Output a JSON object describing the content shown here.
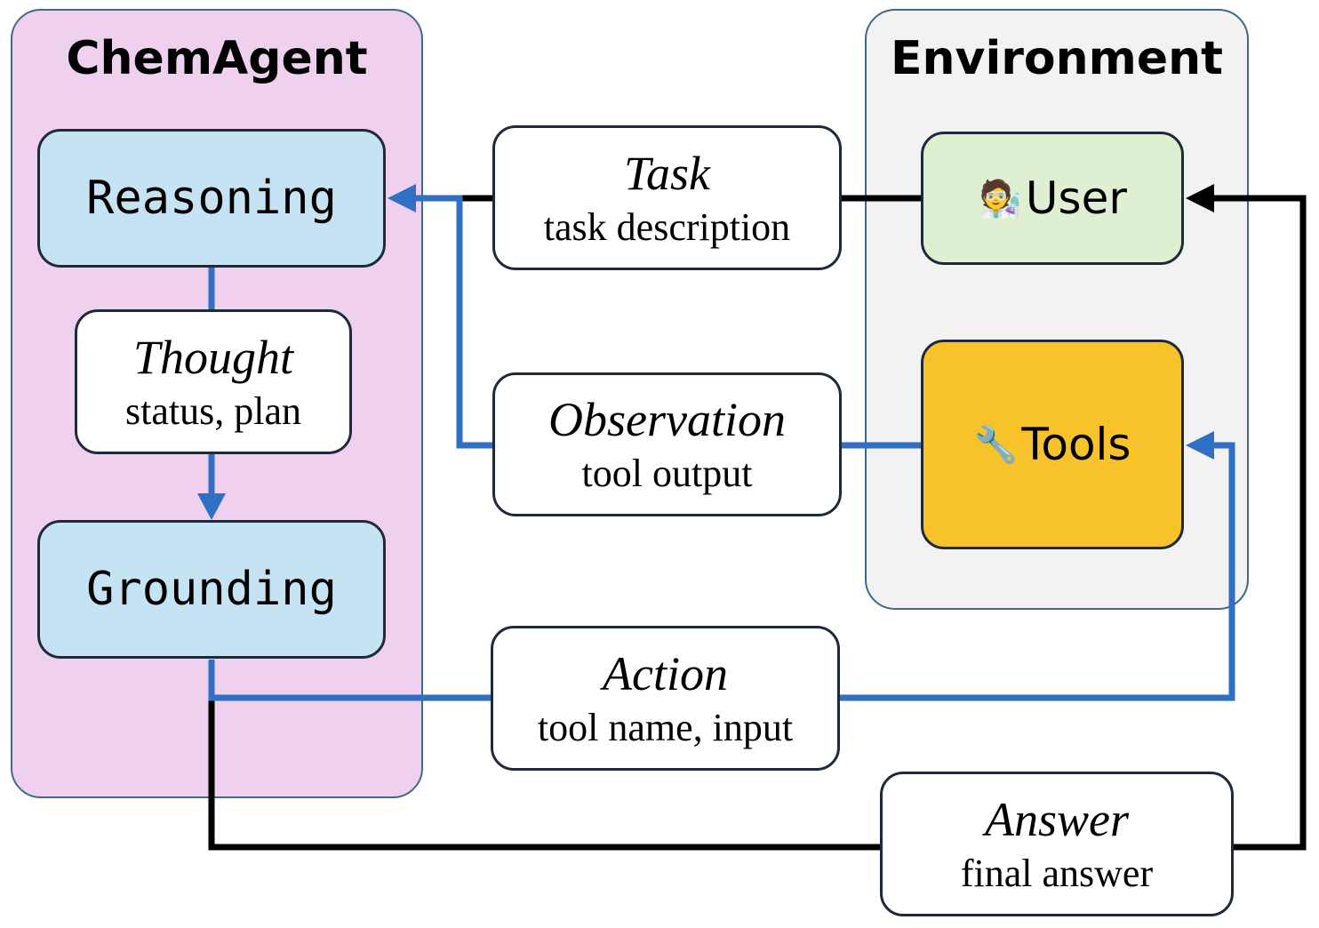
{
  "agent": {
    "title": "ChemAgent",
    "reasoning_label": "Reasoning",
    "grounding_label": "Grounding",
    "thought": {
      "title": "Thought",
      "desc": "status, plan"
    }
  },
  "environment": {
    "title": "Environment",
    "user_label": "User",
    "user_icon": "scientist-emoji",
    "tools_label": "Tools",
    "tools_icon": "wrench-emoji"
  },
  "messages": {
    "task": {
      "title": "Task",
      "desc": "task description"
    },
    "observation": {
      "title": "Observation",
      "desc": "tool output"
    },
    "action": {
      "title": "Action",
      "desc": "tool name, input"
    },
    "answer": {
      "title": "Answer",
      "desc": "final answer"
    }
  },
  "colors": {
    "agent_panel": "#efd0ef",
    "env_panel": "#f2f2f2",
    "module": "#c6e3f3",
    "user": "#dff0d2",
    "tools": "#f7c22a",
    "blue_flow": "#2f6fc4",
    "black_flow": "#000000"
  }
}
